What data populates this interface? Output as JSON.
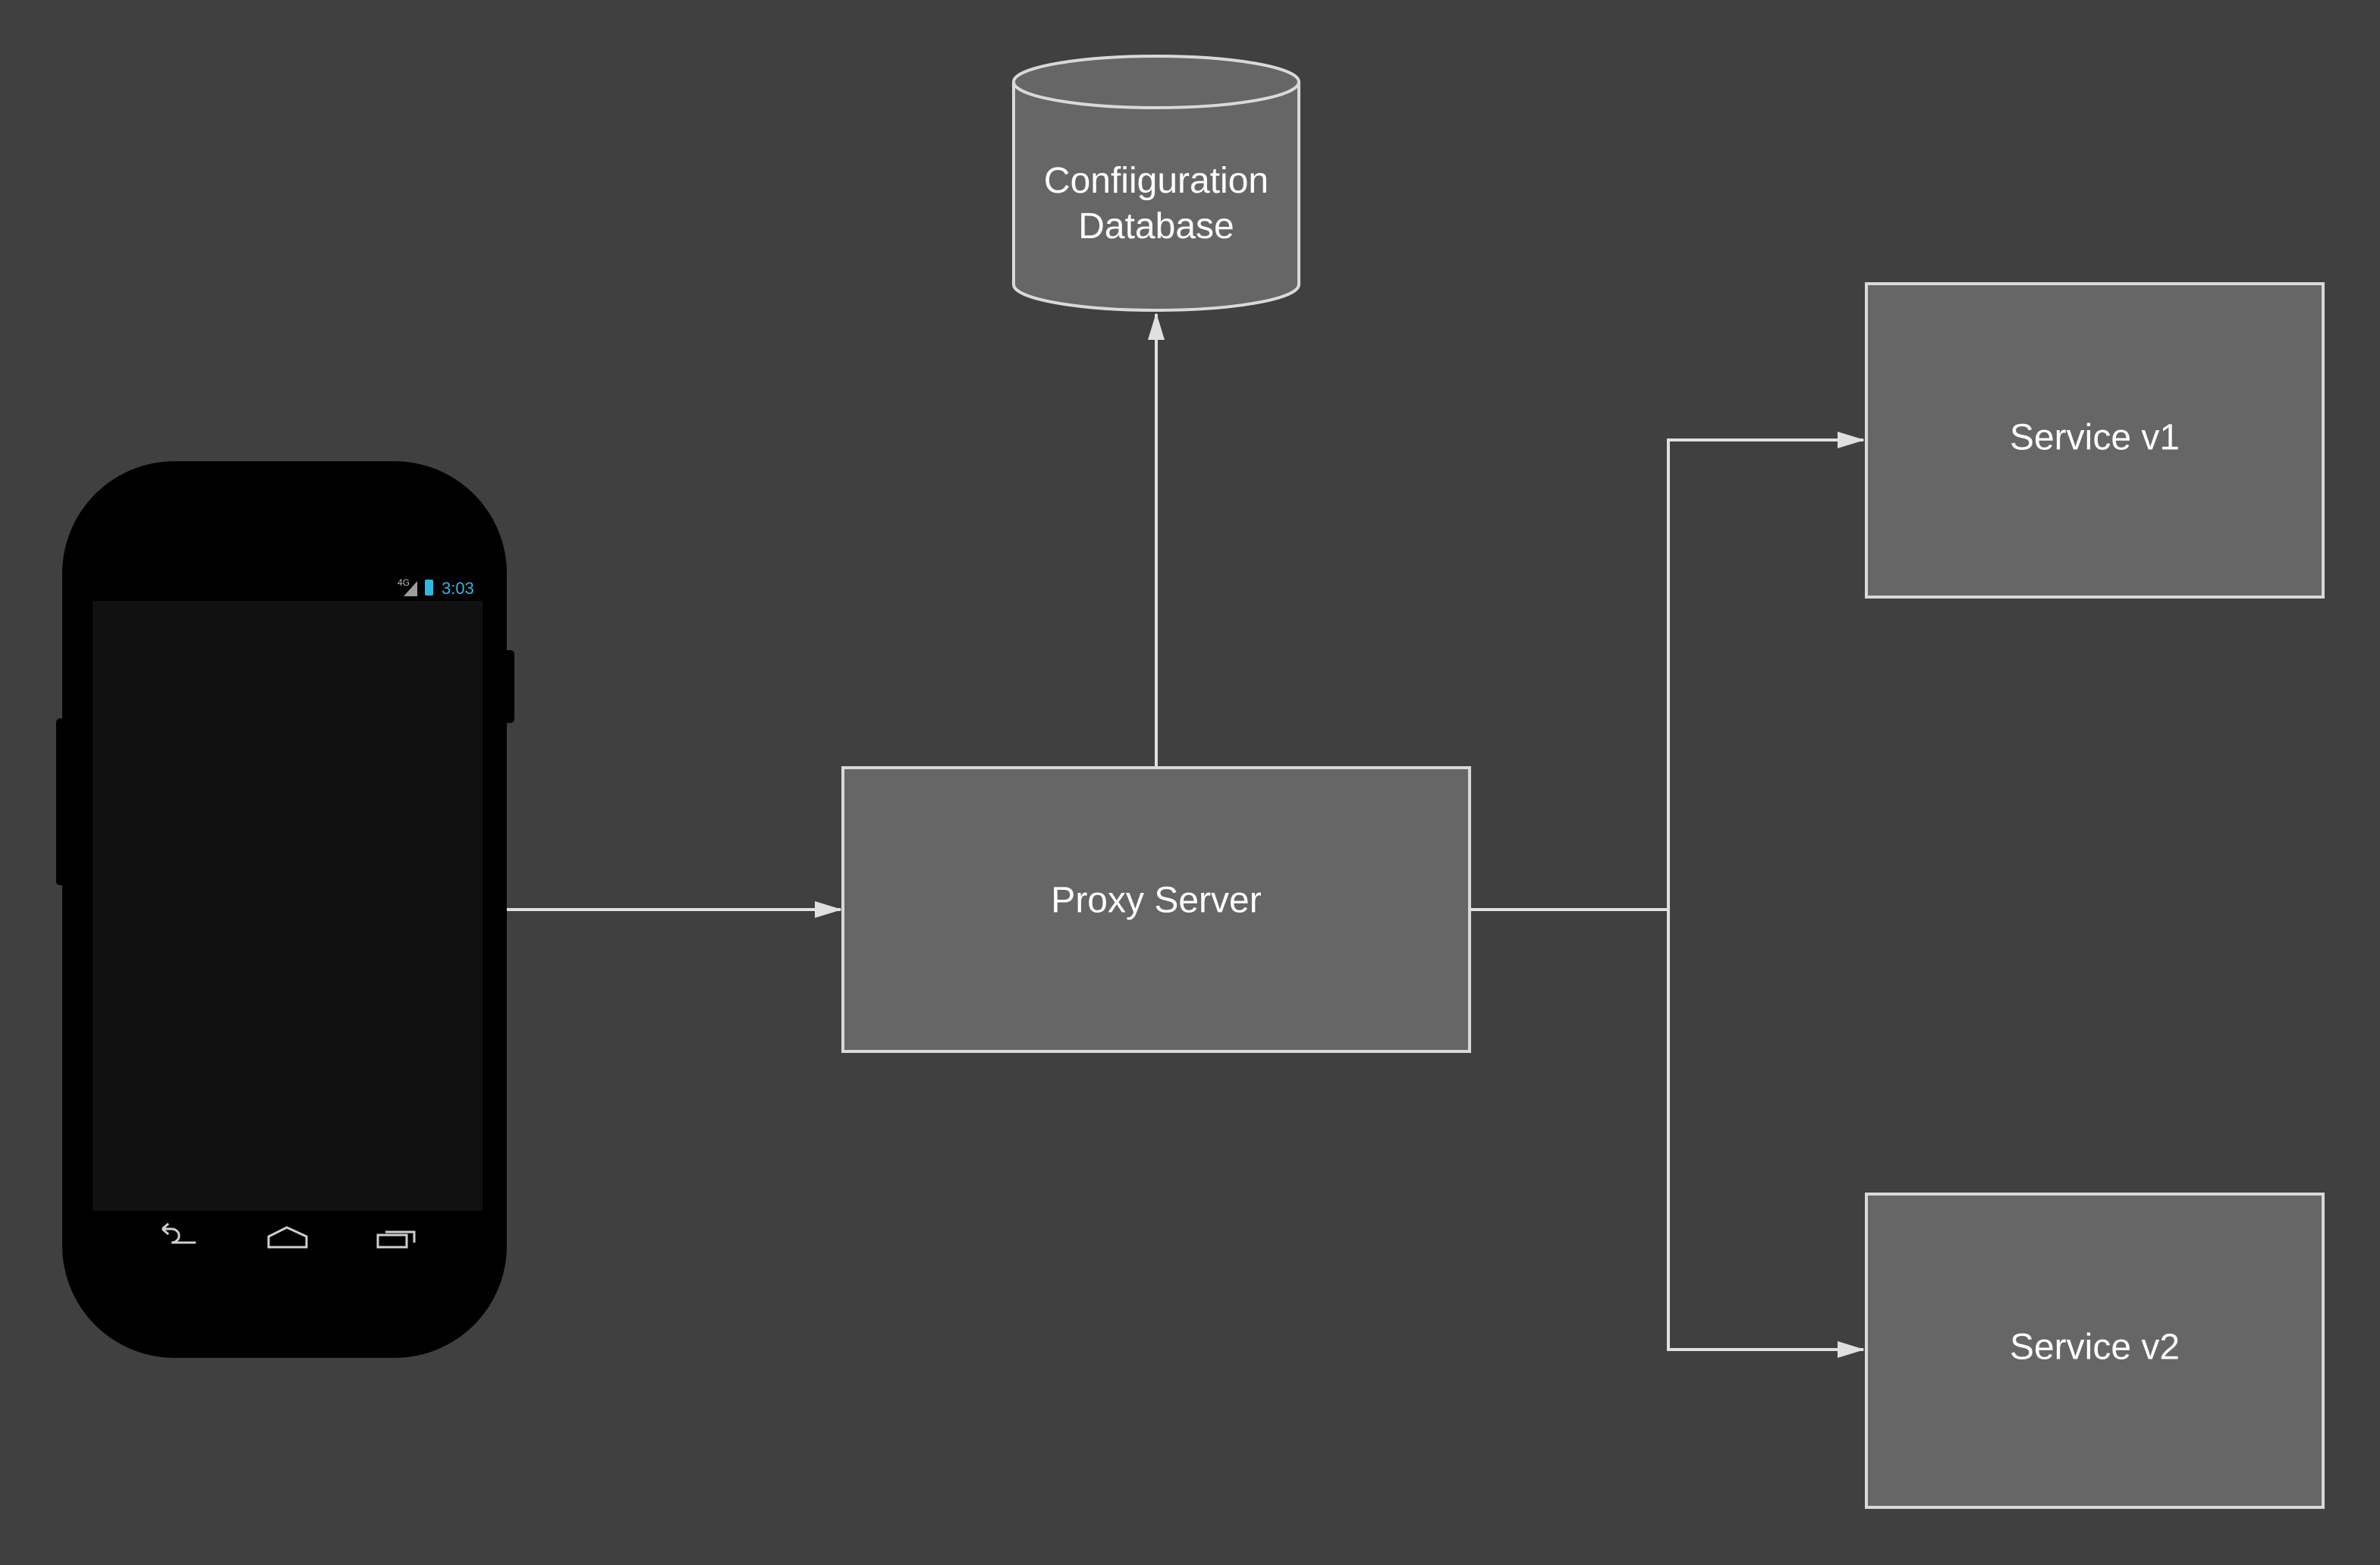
{
  "diagram": {
    "nodes": {
      "config_db": {
        "label_line1": "Confiiguration",
        "label_line2": "Database",
        "shape": "cylinder"
      },
      "proxy": {
        "label": "Proxy Server",
        "shape": "rectangle"
      },
      "service_v1": {
        "label": "Service v1",
        "shape": "rectangle"
      },
      "service_v2": {
        "label": "Service v2",
        "shape": "rectangle"
      },
      "phone": {
        "shape": "mobile-phone",
        "status_time": "3:03",
        "network": "4G"
      }
    },
    "edges": [
      {
        "from": "phone",
        "to": "proxy"
      },
      {
        "from": "proxy",
        "to": "config_db"
      },
      {
        "from": "proxy",
        "to": "service_v1"
      },
      {
        "from": "proxy",
        "to": "service_v2"
      }
    ]
  },
  "colors": {
    "background": "#404040",
    "node_fill": "#666666",
    "node_stroke": "#d9d9d9",
    "edge": "#e0e0e0",
    "text": "#ffffff",
    "status_accent": "#33b5e5"
  }
}
